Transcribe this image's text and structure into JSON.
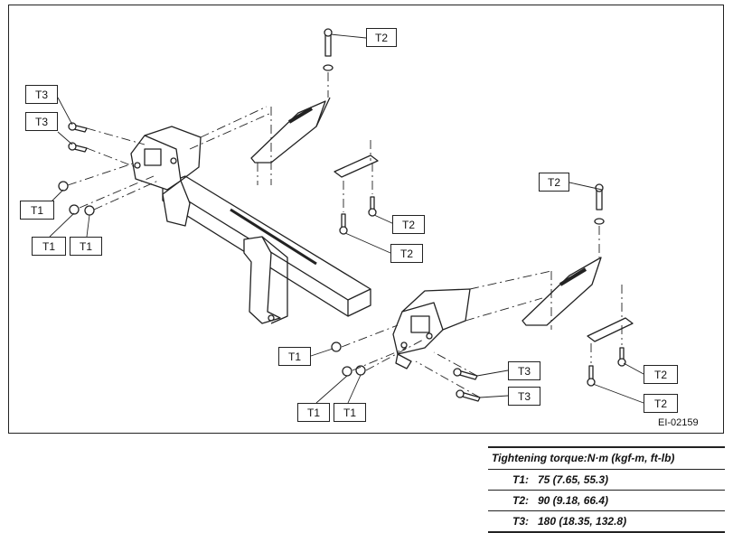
{
  "figure_code": "EI-02159",
  "callouts": [
    {
      "id": "c1",
      "label": "T2"
    },
    {
      "id": "c2",
      "label": "T3"
    },
    {
      "id": "c3",
      "label": "T3"
    },
    {
      "id": "c4",
      "label": "T1"
    },
    {
      "id": "c5",
      "label": "T1"
    },
    {
      "id": "c6",
      "label": "T1"
    },
    {
      "id": "c7",
      "label": "T2"
    },
    {
      "id": "c8",
      "label": "T2"
    },
    {
      "id": "c9",
      "label": "T2"
    },
    {
      "id": "c10",
      "label": "T1"
    },
    {
      "id": "c11",
      "label": "T3"
    },
    {
      "id": "c12",
      "label": "T3"
    },
    {
      "id": "c13",
      "label": "T1"
    },
    {
      "id": "c14",
      "label": "T1"
    },
    {
      "id": "c15",
      "label": "T2"
    },
    {
      "id": "c16",
      "label": "T2"
    }
  ],
  "torque_table": {
    "title": "Tightening torque:N·m (kgf-m, ft-lb)",
    "rows": [
      {
        "key": "T1:",
        "value": "75 (7.65, 55.3)"
      },
      {
        "key": "T2:",
        "value": "90 (9.18, 66.4)"
      },
      {
        "key": "T3:",
        "value": "180 (18.35, 132.8)"
      }
    ]
  }
}
